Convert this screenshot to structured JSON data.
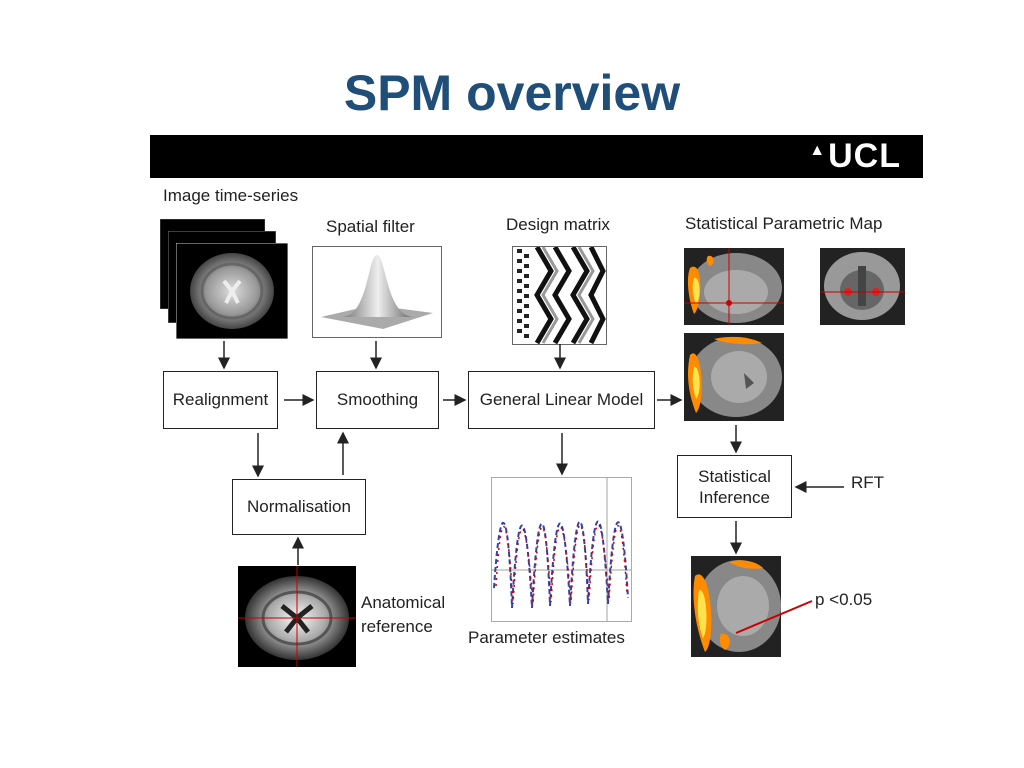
{
  "slide": {
    "title": "SPM overview"
  },
  "header": {
    "logo_text": "UCL",
    "logo_mark": "▲"
  },
  "labels": {
    "image_time_series": "Image time-series",
    "spatial_filter": "Spatial filter",
    "design_matrix": "Design matrix",
    "statistical_parametric_map": "Statistical Parametric Map",
    "anatomical_reference_1": "Anatomical",
    "anatomical_reference_2": "reference",
    "parameter_estimates": "Parameter estimates",
    "rft": "RFT",
    "p_value": "p <0.05"
  },
  "boxes": {
    "realignment": "Realignment",
    "smoothing": "Smoothing",
    "glm": "General Linear Model",
    "normalisation": "Normalisation",
    "inference_1": "Statistical",
    "inference_2": "Inference"
  },
  "colors": {
    "title": "#1f4e79",
    "activation": "#ff8c00",
    "line_red": "#cc0000",
    "line_blue": "#3344aa"
  }
}
